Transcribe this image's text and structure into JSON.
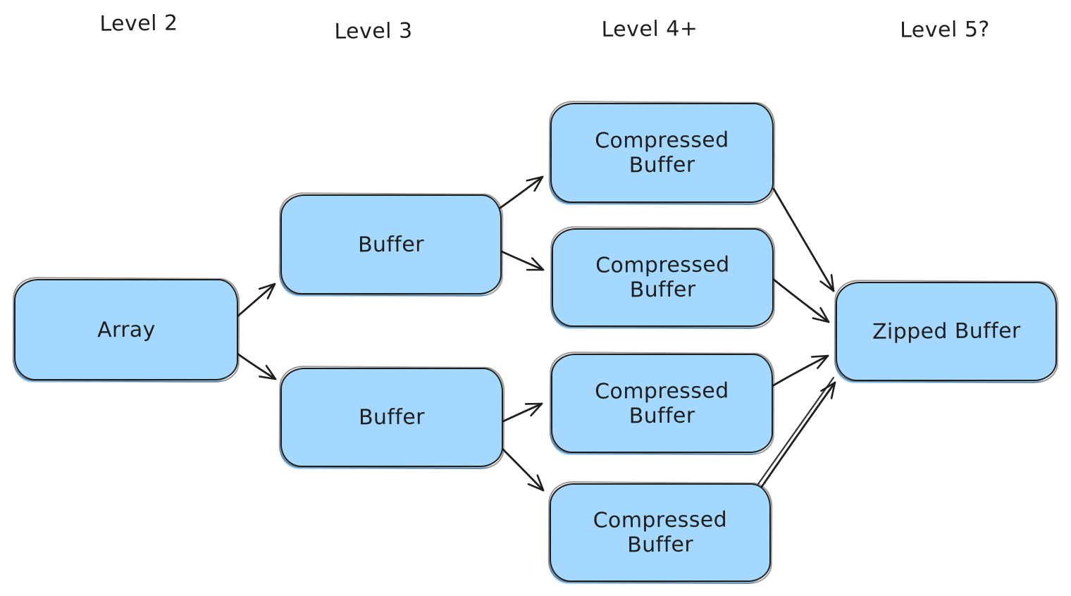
{
  "diagram": {
    "columns": [
      {
        "id": "level-2",
        "label": "Level 2"
      },
      {
        "id": "level-3",
        "label": "Level 3"
      },
      {
        "id": "level-4",
        "label": "Level 4+"
      },
      {
        "id": "level-5",
        "label": "Level 5?"
      }
    ],
    "nodes": {
      "array": {
        "label": "Array",
        "column": "Level 2"
      },
      "buffer_top": {
        "label": "Buffer",
        "column": "Level 3"
      },
      "buffer_bottom": {
        "label": "Buffer",
        "column": "Level 3"
      },
      "compressed_1": {
        "label": "Compressed Buffer",
        "column": "Level 4+"
      },
      "compressed_2": {
        "label": "Compressed Buffer",
        "column": "Level 4+"
      },
      "compressed_3": {
        "label": "Compressed Buffer",
        "column": "Level 4+"
      },
      "compressed_4": {
        "label": "Compressed Buffer",
        "column": "Level 4+"
      },
      "zipped": {
        "label": "Zipped Buffer",
        "column": "Level 5?"
      }
    },
    "edges": [
      {
        "from": "array",
        "to": "buffer_top"
      },
      {
        "from": "array",
        "to": "buffer_bottom"
      },
      {
        "from": "buffer_top",
        "to": "compressed_1"
      },
      {
        "from": "buffer_top",
        "to": "compressed_2"
      },
      {
        "from": "buffer_bottom",
        "to": "compressed_3"
      },
      {
        "from": "buffer_bottom",
        "to": "compressed_4"
      },
      {
        "from": "compressed_1",
        "to": "zipped"
      },
      {
        "from": "compressed_2",
        "to": "zipped"
      },
      {
        "from": "compressed_3",
        "to": "zipped"
      },
      {
        "from": "compressed_4",
        "to": "zipped"
      }
    ],
    "colors": {
      "node_fill": "#a5d8ff",
      "node_stroke": "#1e1e1e",
      "text": "#1e1e1e",
      "arrow": "#1e1e1e",
      "background": "#ffffff"
    }
  }
}
